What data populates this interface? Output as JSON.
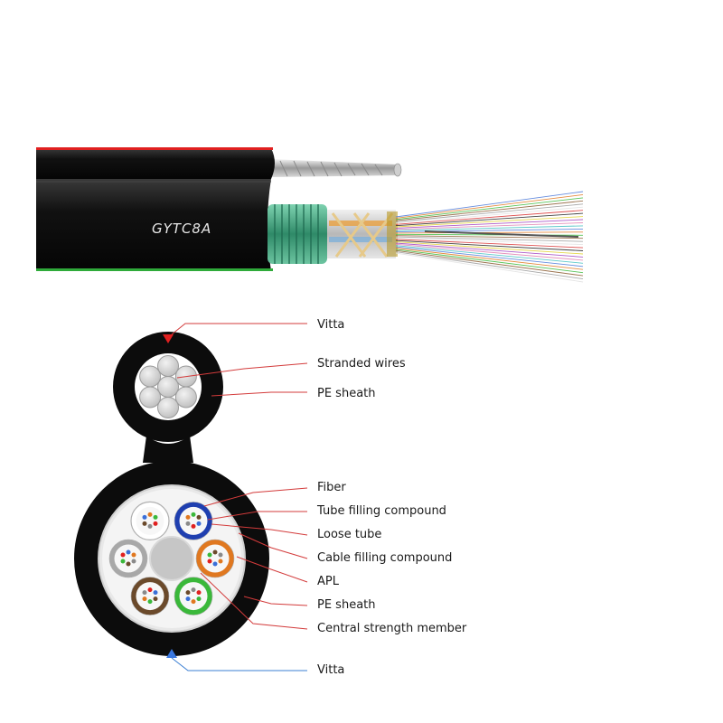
{
  "cable": {
    "model": "GYTC8A"
  },
  "labels": {
    "vitta_top": "Vitta",
    "stranded_wires": "Stranded wires",
    "pe_sheath_top": "PE sheath",
    "fiber": "Fiber",
    "tube_filling_compound": "Tube filling compound",
    "loose_tube": "Loose tube",
    "cable_filling_compound": "Cable filling compound",
    "apl": "APL",
    "pe_sheath_bottom": "PE sheath",
    "central_strength_member": "Central strength member",
    "vitta_bottom": "Vitta"
  },
  "colors": {
    "sheath": "#0c0c0c",
    "vitta_top": "#e02020",
    "vitta_bottom": "#3a78e0",
    "armor": "#3a9a7a",
    "leader_line": "#d33b3b"
  },
  "loose_tubes": [
    {
      "color": "#ffffff",
      "name": "white"
    },
    {
      "color": "#1f3fb0",
      "name": "blue"
    },
    {
      "color": "#e07820",
      "name": "orange"
    },
    {
      "color": "#3ab83a",
      "name": "green"
    },
    {
      "color": "#6b4a2b",
      "name": "brown"
    },
    {
      "color": "#a8a8a8",
      "name": "grey"
    }
  ]
}
